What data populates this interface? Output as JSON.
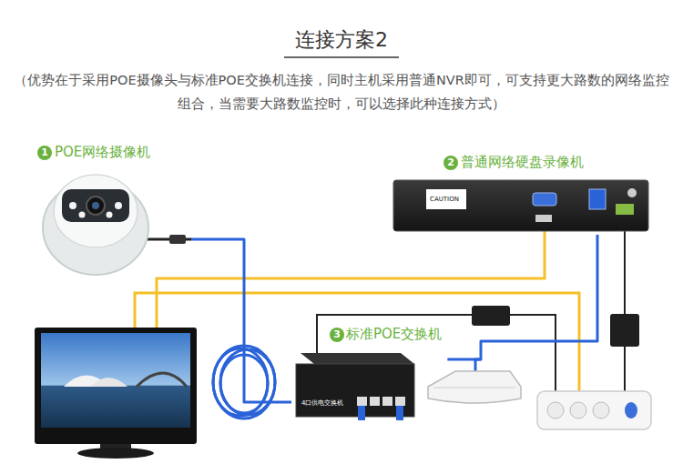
{
  "diagram": {
    "title": "连接方案2",
    "caption": "（优势在于采用POE摄像头与标准POE交换机连接，同时主机采用普通NVR即可，可支持更大路数的网络监控组合，当需要大路数监控时，可以选择此种连接方式）",
    "nodes": [
      {
        "text": [
          "POE网络摄像机"
        ]
      },
      {
        "text": [
          "普通网络硬盘录像机"
        ]
      },
      {
        "text": [
          "标准POE交换机"
        ]
      }
    ],
    "edges": [
      {
        "from": 0,
        "to": 2,
        "arrow": "none"
      },
      {
        "from": 2,
        "to": 1,
        "arrow": "none"
      }
    ],
    "labels": [
      "1",
      "2",
      "3",
      "CAUTION",
      "4口供电交换机"
    ]
  }
}
